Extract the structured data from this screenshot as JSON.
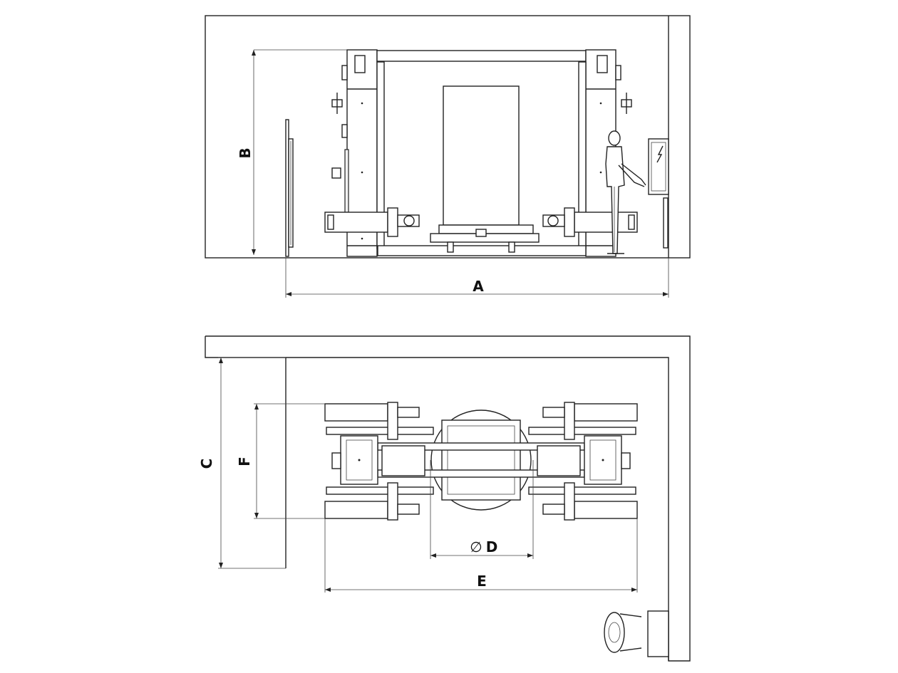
{
  "dimensions": {
    "A": "A",
    "B": "B",
    "C": "C",
    "D_symbol": "∅",
    "D": "D",
    "E": "E",
    "F": "F"
  },
  "colors": {
    "line": "#222222",
    "background": "#ffffff"
  },
  "icons": {
    "panel_symbol": "lightning-bolt-icon"
  }
}
